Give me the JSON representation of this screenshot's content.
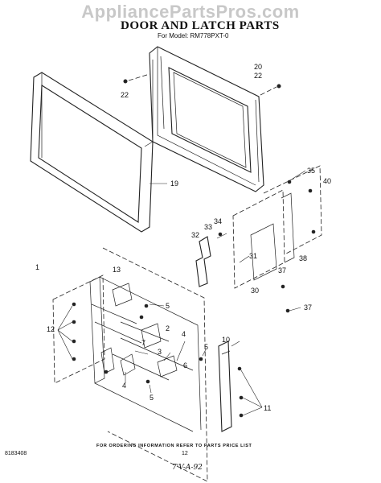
{
  "watermark": "AppliancePartsPros.com",
  "title": "DOOR AND LATCH PARTS",
  "model_line": "For Model: RM778PXT-0",
  "labels": {
    "l1": "1",
    "l2": "2",
    "l3": "3",
    "l4a": "4",
    "l4b": "4",
    "l5a": "5",
    "l5b": "5",
    "l5c": "5",
    "l6": "6",
    "l7": "7",
    "l10": "10",
    "l11": "11",
    "l12": "12",
    "l13": "13",
    "l19": "19",
    "l20": "20",
    "l22a": "22",
    "l22b": "22",
    "l30": "30",
    "l31": "31",
    "l32": "32",
    "l33": "33",
    "l34": "34",
    "l35": "35",
    "l37a": "37",
    "l37b": "37",
    "l38": "38",
    "l40": "40"
  },
  "footer": "FOR ORDERING INFORMATION REFER TO PARTS PRICE LIST",
  "doc_number": "8183408",
  "page_number": "12",
  "handwriting": "7'V-A-92"
}
